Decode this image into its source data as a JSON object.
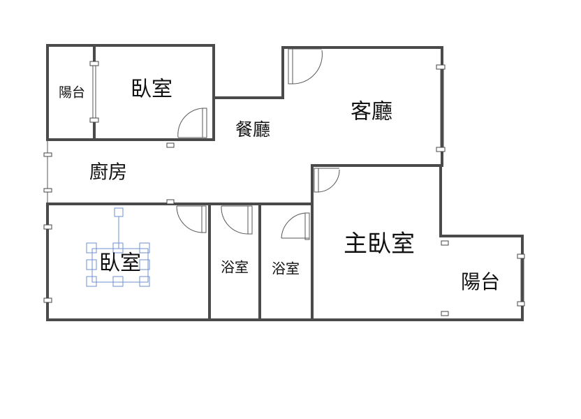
{
  "rooms": {
    "balcony_small": "陽台",
    "bedroom_top": "臥室",
    "dining": "餐廳",
    "living": "客廳",
    "kitchen": "廚房",
    "bedroom_bottom": "臥室",
    "bath_left": "浴室",
    "bath_right": "浴室",
    "master_bedroom": "主臥室",
    "balcony_large": "陽台"
  },
  "colors": {
    "wall": "#4a4a4a",
    "selection": "#6f8fd6"
  }
}
